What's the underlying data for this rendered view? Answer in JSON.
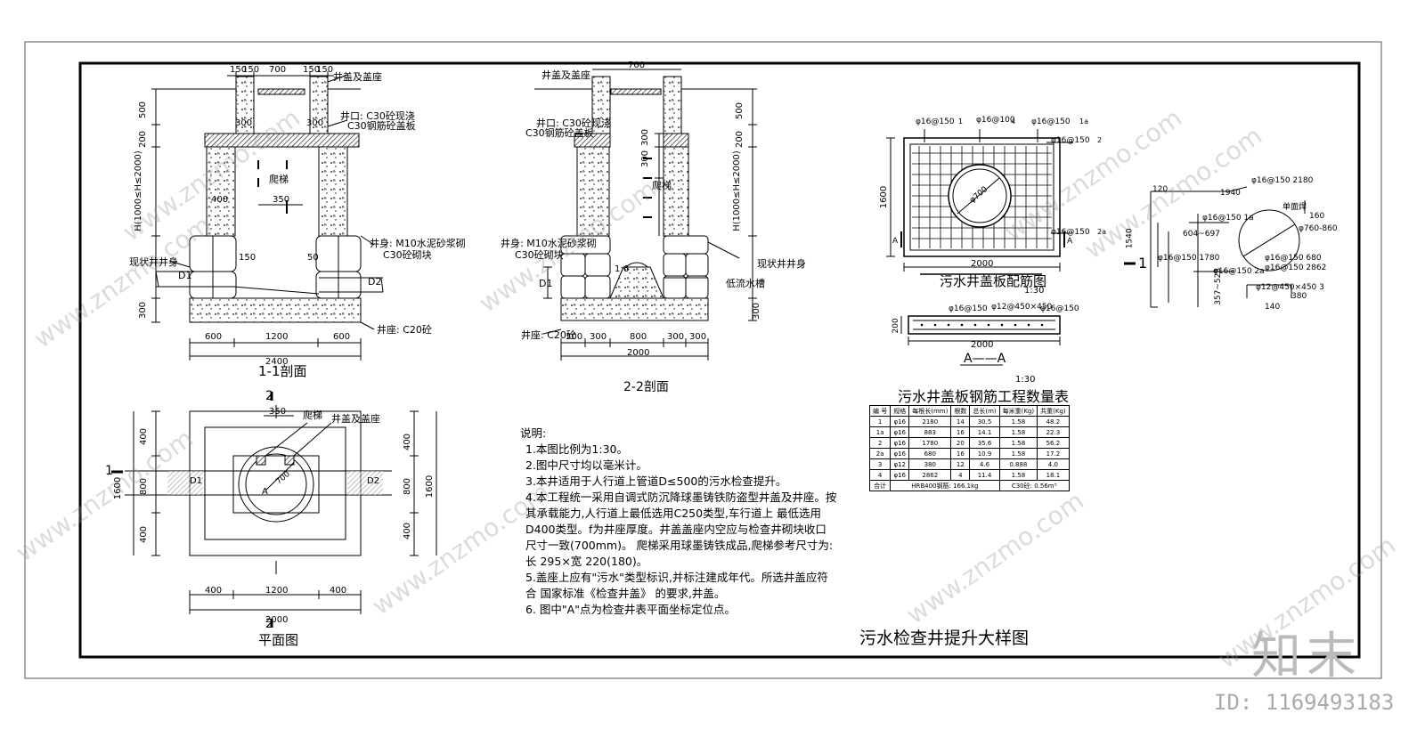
{
  "drawing": {
    "main_title": "污水检查井提升大样图",
    "scale_label": "1:30",
    "watermark_text": "www.znzmo.com",
    "watermark_brand": "知末",
    "image_id": "ID: 1169493183"
  },
  "section_1_1": {
    "title": "1-1剖面",
    "top_dims": [
      "150",
      "150",
      "700",
      "150",
      "150"
    ],
    "wall_dims": [
      "300",
      "300"
    ],
    "left_vertical_dims": [
      "500",
      "200",
      "H(1000≤H≤2000)",
      "300"
    ],
    "bottom_dims": [
      "600",
      "1200",
      "600"
    ],
    "total_dim": "2400",
    "inner_dims": [
      "400",
      "350",
      "150",
      "50"
    ],
    "labels": {
      "cover": "井盖及盖座",
      "neck1": "井口: C30砼现浇",
      "neck2": "C30钢筋砼盖板",
      "ladder": "爬梯",
      "shaft1": "井身: M10水泥砂浆砌",
      "shaft2": "C30砼砌块",
      "existing": "现状井井身",
      "base": "井座: C20砼",
      "d1": "D1",
      "d2": "D2"
    }
  },
  "section_2_2": {
    "title": "2-2剖面",
    "top_dim": "700",
    "vertical_dims": [
      "500",
      "200",
      "300",
      "300",
      "H(1000≤H≤2000)",
      "300"
    ],
    "bottom_dims": [
      "300",
      "300",
      "800",
      "300",
      "300"
    ],
    "total_dim": "2000",
    "labels": {
      "cover": "井盖及盖座",
      "neck1": "井口: C30砼现浇",
      "neck2": "C30钢筋砼盖板",
      "ladder": "爬梯",
      "shaft1": "井身: M10水泥砂浆砌",
      "shaft2": "C30砼砌块",
      "existing": "现状井井身",
      "flow": "低流水槽",
      "base": "井座: C20砼",
      "d1": "D1",
      "slope": "1:6"
    }
  },
  "plan": {
    "title": "平面图",
    "section_mark_1": "1",
    "section_mark_2": "2",
    "left_dims": [
      "400",
      "800",
      "400"
    ],
    "left_total": "1600",
    "right_dims": [
      "400",
      "800",
      "400"
    ],
    "right_total": "1600",
    "bottom_dims": [
      "400",
      "1200",
      "400"
    ],
    "bottom_total": "2000",
    "top_dim": "350",
    "labels": {
      "ladder": "爬梯",
      "cover": "井盖及盖座",
      "point_a": "A",
      "radius": "700",
      "d1": "D1",
      "d2": "D2"
    }
  },
  "cover_plate": {
    "title": "污水井盖板配筋图",
    "scale": "1:30",
    "bars": [
      "φ16@150",
      "φ16@100",
      "φ16@150",
      "φ16@150",
      "φ16@150"
    ],
    "bar_tags": [
      "1",
      "4",
      "1a",
      "2",
      "2a"
    ],
    "circle_label": "φ700",
    "width_dim": "2000",
    "height_dim": "1600",
    "section_mark": "A"
  },
  "cover_section": {
    "title": "A——A",
    "scale": "1:30",
    "bars": [
      "φ16@150",
      "φ12@450×450",
      "φ16@150"
    ],
    "width_dim": "2000",
    "height_dim": "200"
  },
  "rebar_detail": {
    "mark": "1",
    "items": [
      "φ16@150 2180",
      "1940",
      "φ16@150 1a",
      "φ16@150 1780",
      "φ16@150 2a",
      "φ16@150 680",
      "φ16@150 2862",
      "φ12@450×450 3",
      "φ760-860",
      "单面焊",
      "604~697",
      "357~523",
      "120",
      "1540",
      "140",
      "380",
      "160"
    ]
  },
  "quantity_table": {
    "title": "污水井盖板钢筋工程数量表",
    "headers": [
      "编 号",
      "规格",
      "每根长(mm)",
      "根数",
      "总长(m)",
      "每米重(Kg)",
      "共重(Kg)"
    ],
    "rows": [
      [
        "1",
        "φ16",
        "2180",
        "14",
        "30.5",
        "1.58",
        "48.2"
      ],
      [
        "1a",
        "φ16",
        "883",
        "16",
        "14.1",
        "1.58",
        "22.3"
      ],
      [
        "2",
        "φ16",
        "1780",
        "20",
        "35.6",
        "1.58",
        "56.2"
      ],
      [
        "2a",
        "φ16",
        "680",
        "16",
        "10.9",
        "1.58",
        "17.2"
      ],
      [
        "3",
        "φ12",
        "380",
        "12",
        "4.6",
        "0.888",
        "4.0"
      ],
      [
        "4",
        "φ16",
        "2862",
        "4",
        "11.4",
        "1.58",
        "18.1"
      ]
    ],
    "total_row": [
      "合计",
      "HRB400钢筋: 166.1kg",
      "C30砼: 0.56m³"
    ]
  },
  "notes": {
    "heading": "说明:",
    "items": [
      "1.本图比例为1:30。",
      "2.图中尺寸均以毫米计。",
      "3.本井适用于人行道上管道D≤500的污水检查提升。",
      "4.本工程统一采用自调式防沉降球墨铸铁防盗型井盖及井座。按其承载能力,人行道上最低选用C250类型,车行道上 最低选用D400类型。f为井座厚度。井盖盖座内空应与检查井砌块收口尺寸一致(700mm)。 爬梯采用球墨铸铁成品,爬梯参考尺寸为:长 295×宽 220(180)。",
      "5.盖座上应有\"污水\"类型标识,并标注建成年代。所选井盖应符合 国家标准《检查井盖》 的要求,井盖。",
      "6. 图中\"A\"点为检查井表平面坐标定位点。"
    ]
  }
}
